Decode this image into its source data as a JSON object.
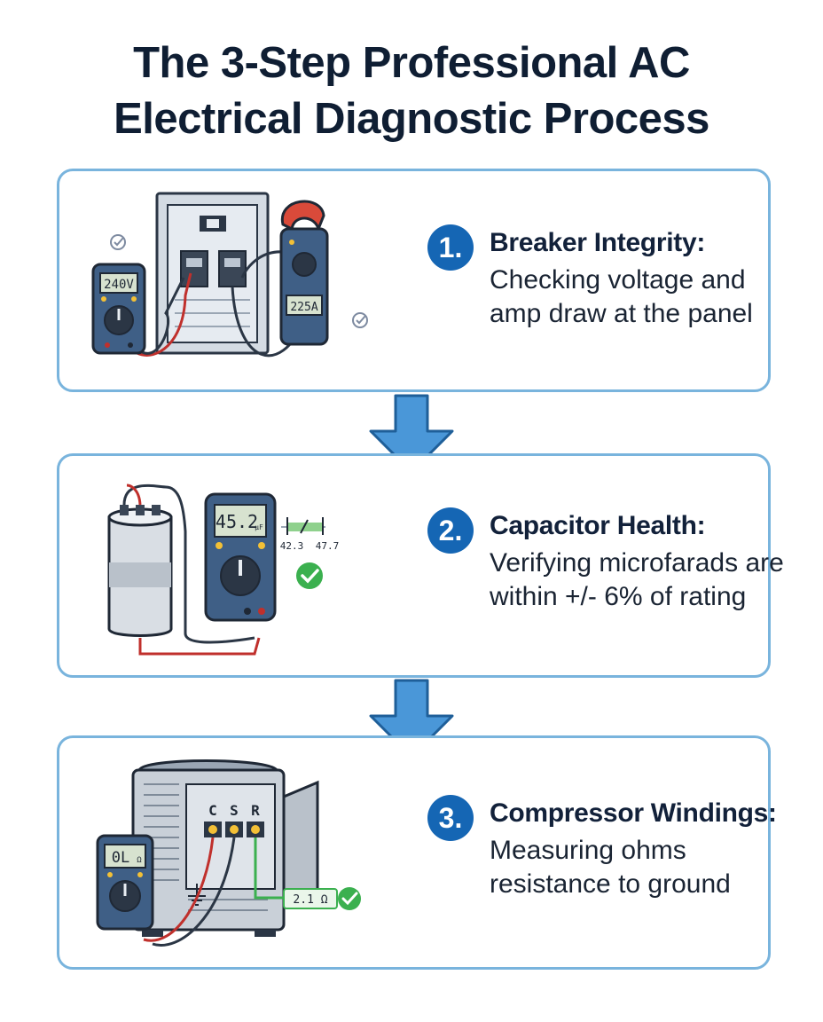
{
  "title": {
    "line1": "The 3-Step Professional AC",
    "line2": "Electrical Diagnostic Process"
  },
  "steps": [
    {
      "number": "1.",
      "title": "Breaker Integrity:",
      "desc_line1": "Checking voltage and",
      "desc_line2": "amp draw at the panel",
      "meter_reading": "240V",
      "clamp_reading": "225A",
      "icons": [
        "check-icon",
        "breaker-panel-icon",
        "multimeter-icon",
        "clamp-meter-icon"
      ]
    },
    {
      "number": "2.",
      "title": "Capacitor Health:",
      "desc_line1": "Verifying microfarads are",
      "desc_line2": "within +/- 6% of rating",
      "meter_reading": "45.2",
      "meter_unit": "µF",
      "range_low": "42.3",
      "range_high": "47.7",
      "icons": [
        "capacitor-icon",
        "multimeter-icon",
        "check-circle-icon"
      ]
    },
    {
      "number": "3.",
      "title": "Compressor Windings:",
      "desc_line1": "Measuring ohms",
      "desc_line2": "resistance to ground",
      "meter_reading": "0L",
      "meter_unit": "Ω",
      "terminal_c": "C",
      "terminal_s": "S",
      "terminal_r": "R",
      "resistance_label": "2.1 Ω",
      "icons": [
        "condenser-unit-icon",
        "multimeter-icon",
        "ground-icon",
        "check-circle-icon"
      ]
    }
  ],
  "colors": {
    "title": "#0f1e33",
    "card_border": "#79b4dd",
    "badge": "#1566b4",
    "arrow": "#4a97d8",
    "arrow_outline": "#1f5f99",
    "check_green": "#3bb04f"
  }
}
